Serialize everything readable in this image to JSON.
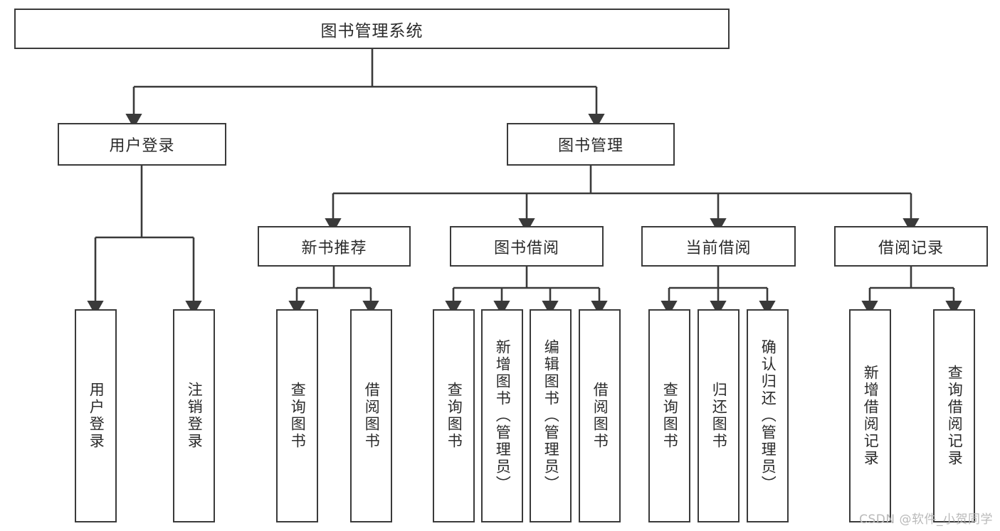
{
  "diagram": {
    "type": "tree-hierarchy",
    "title": "图书管理系统",
    "colors": {
      "box_border": "#3a3a3a",
      "box_fill": "#ffffff",
      "connector": "#3a3a3a",
      "text": "#2b2b2b",
      "watermark": "#b9b9b9",
      "background": "#ffffff"
    },
    "root": {
      "label": "图书管理系统"
    },
    "level2": [
      {
        "label": "用户登录"
      },
      {
        "label": "图书管理"
      }
    ],
    "level3": [
      {
        "label": "新书推荐"
      },
      {
        "label": "图书借阅"
      },
      {
        "label": "当前借阅"
      },
      {
        "label": "借阅记录"
      }
    ],
    "leaves": {
      "user_login": [
        {
          "label": "用户登录"
        },
        {
          "label": "注销登录"
        }
      ],
      "new_book_recommend": [
        {
          "label": "查询图书"
        },
        {
          "label": "借阅图书"
        }
      ],
      "book_borrow": [
        {
          "label": "查询图书"
        },
        {
          "label": "新增图书（管理员）"
        },
        {
          "label": "编辑图书（管理员）"
        },
        {
          "label": "借阅图书"
        }
      ],
      "current_borrow": [
        {
          "label": "查询图书"
        },
        {
          "label": "归还图书"
        },
        {
          "label": "确认归还（管理员）"
        }
      ],
      "borrow_record": [
        {
          "label": "新增借阅记录"
        },
        {
          "label": "查询借阅记录"
        }
      ]
    }
  },
  "watermark": {
    "text": "CSDN @软件_小贺同学"
  }
}
